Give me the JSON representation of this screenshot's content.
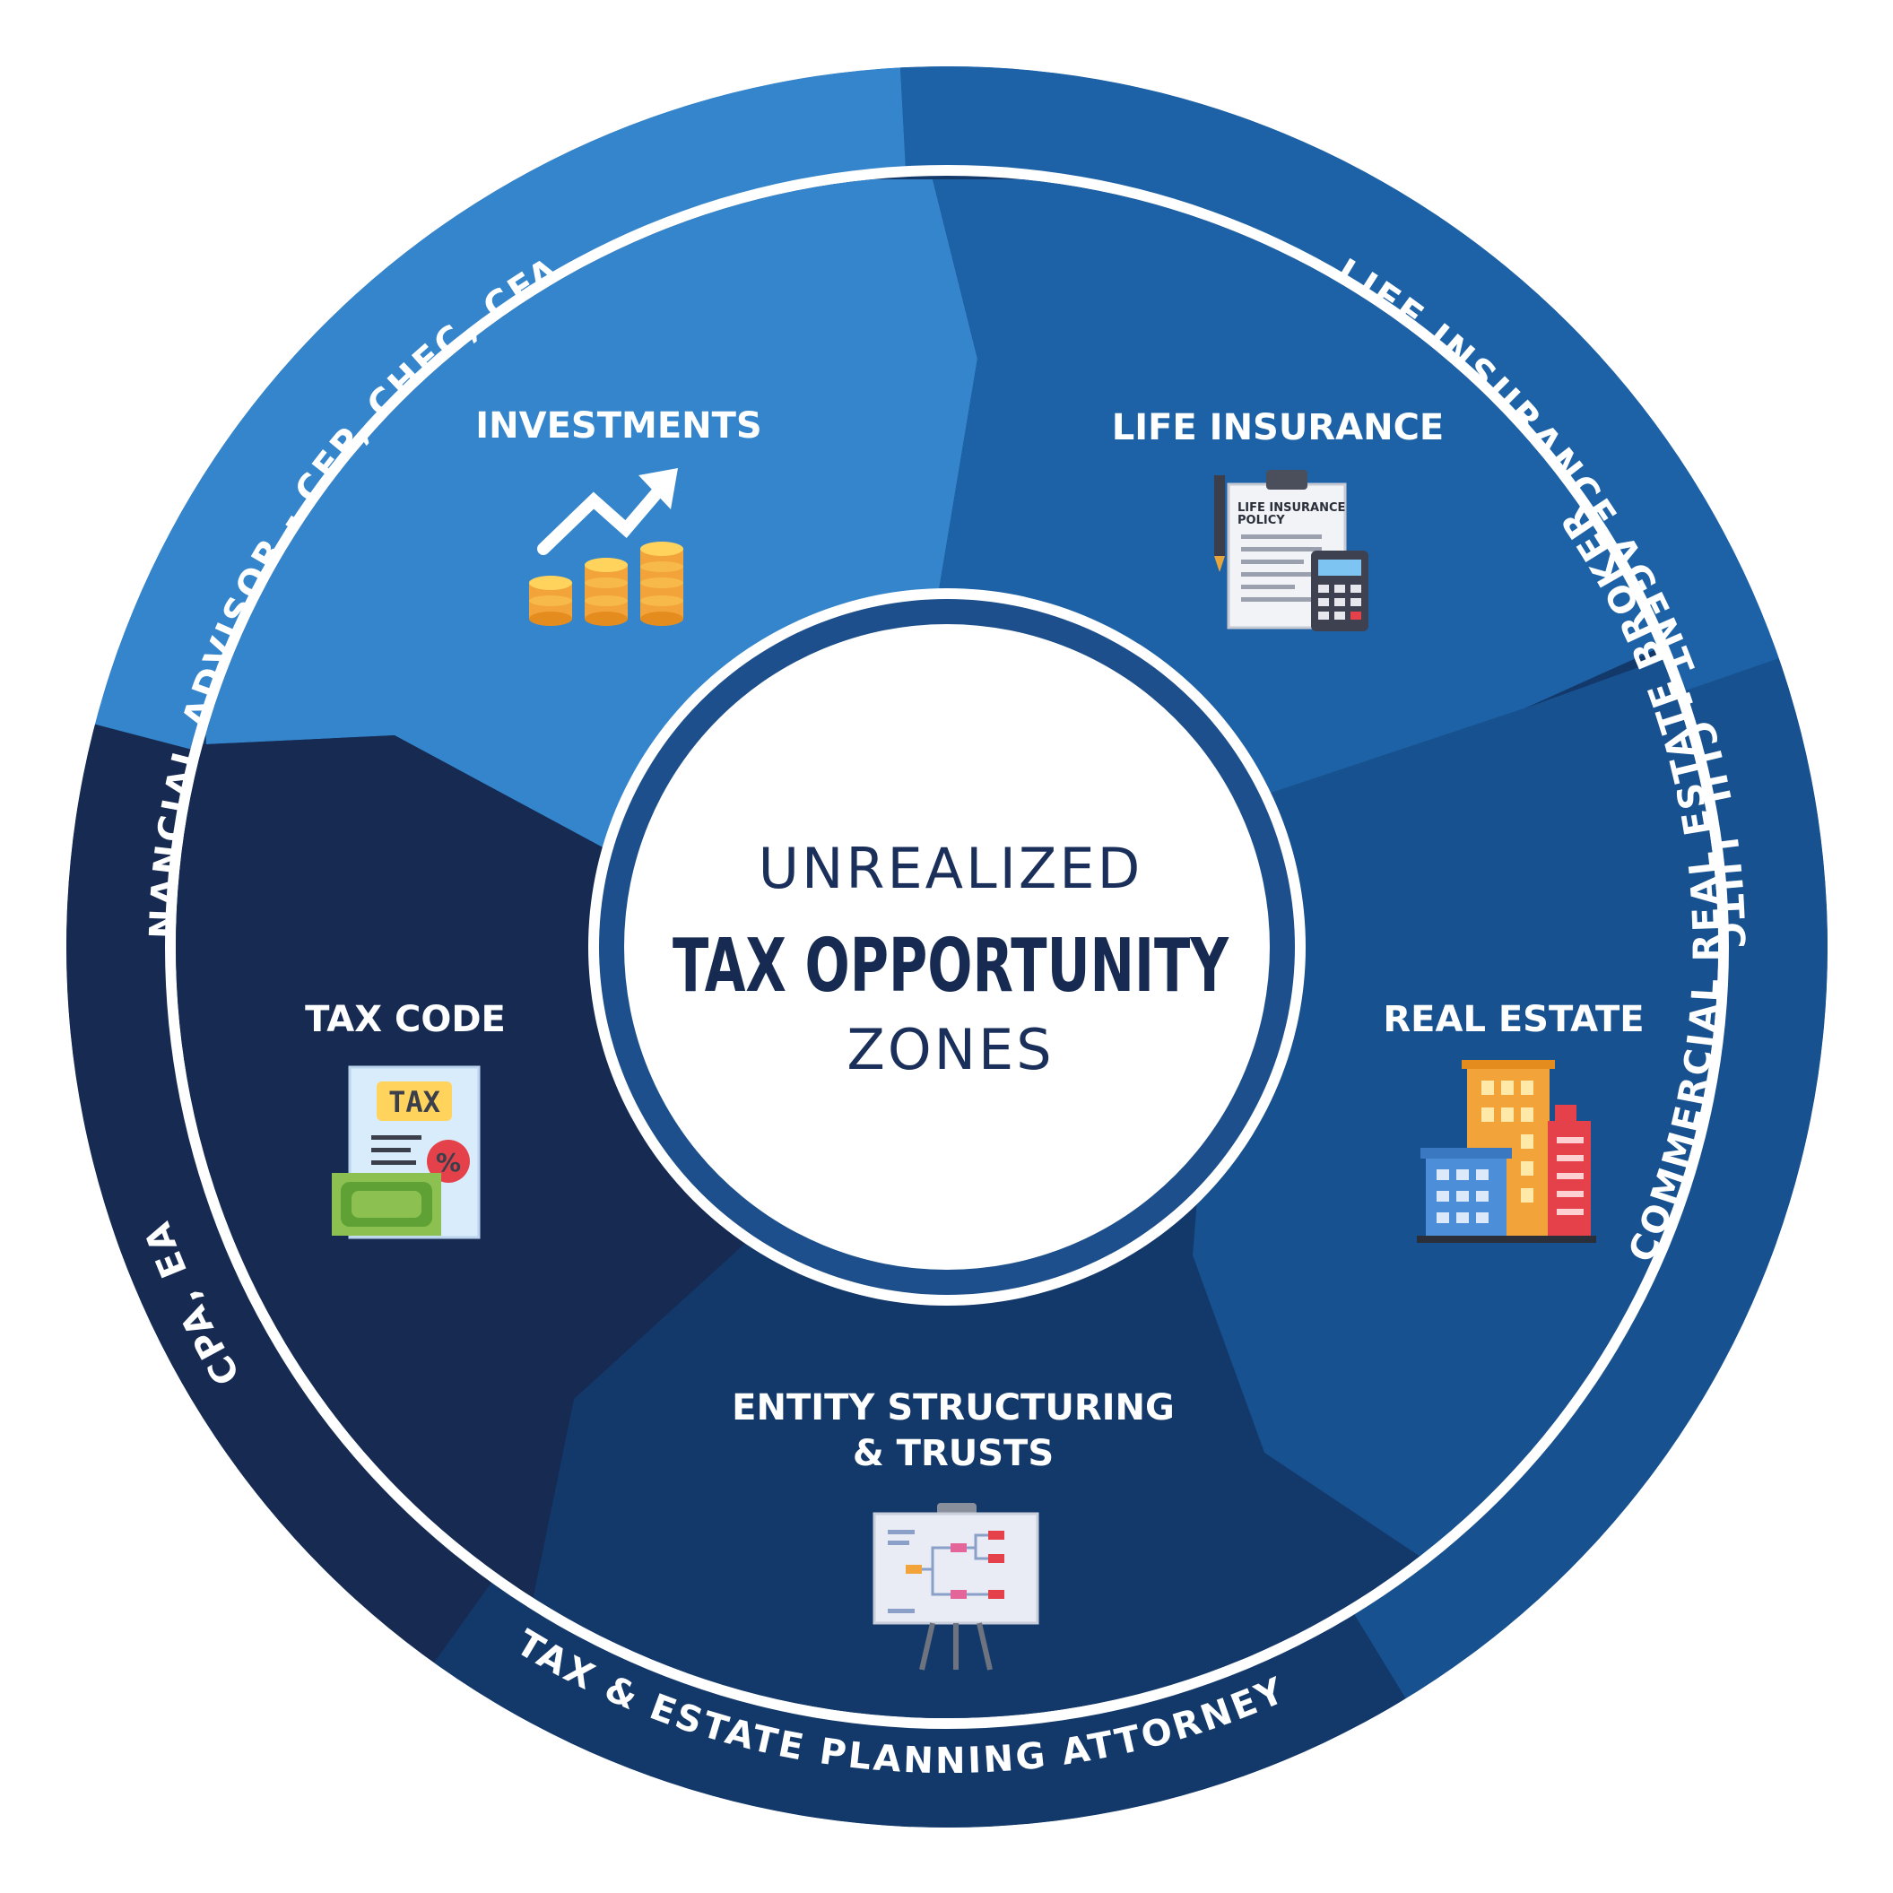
{
  "center": {
    "line1": "UNREALIZED",
    "line2": "TAX OPPORTUNITY",
    "line3": "ZONES"
  },
  "outer_ring": {
    "financial_advisor": "FINANCIAL ADVISOR - CFP, CHFC, CFA",
    "life_insurance_agent": "LIFE INSURANCE AGENT - CLU, LUTCF",
    "commercial_broker": "COMMERCIAL REAL ESTATE BROKER",
    "attorney": "TAX & ESTATE PLANNING ATTORNEY",
    "cpa": "CPA, EA"
  },
  "segments": {
    "investments": "INVESTMENTS",
    "life_insurance": "LIFE INSURANCE",
    "real_estate": "REAL ESTATE",
    "entity_line1": "ENTITY STRUCTURING",
    "entity_line2": "& TRUSTS",
    "tax_code": "TAX CODE"
  },
  "icons": {
    "policy_title_line1": "LIFE INSURANCE",
    "policy_title_line2": "POLICY",
    "tax_label": "TAX",
    "percent": "%"
  },
  "colors": {
    "light_blue": "#3485cb",
    "medium_blue": "#1d62a7",
    "steel_blue": "#17518f",
    "navy": "#13386a",
    "dark_navy": "#162a52"
  }
}
